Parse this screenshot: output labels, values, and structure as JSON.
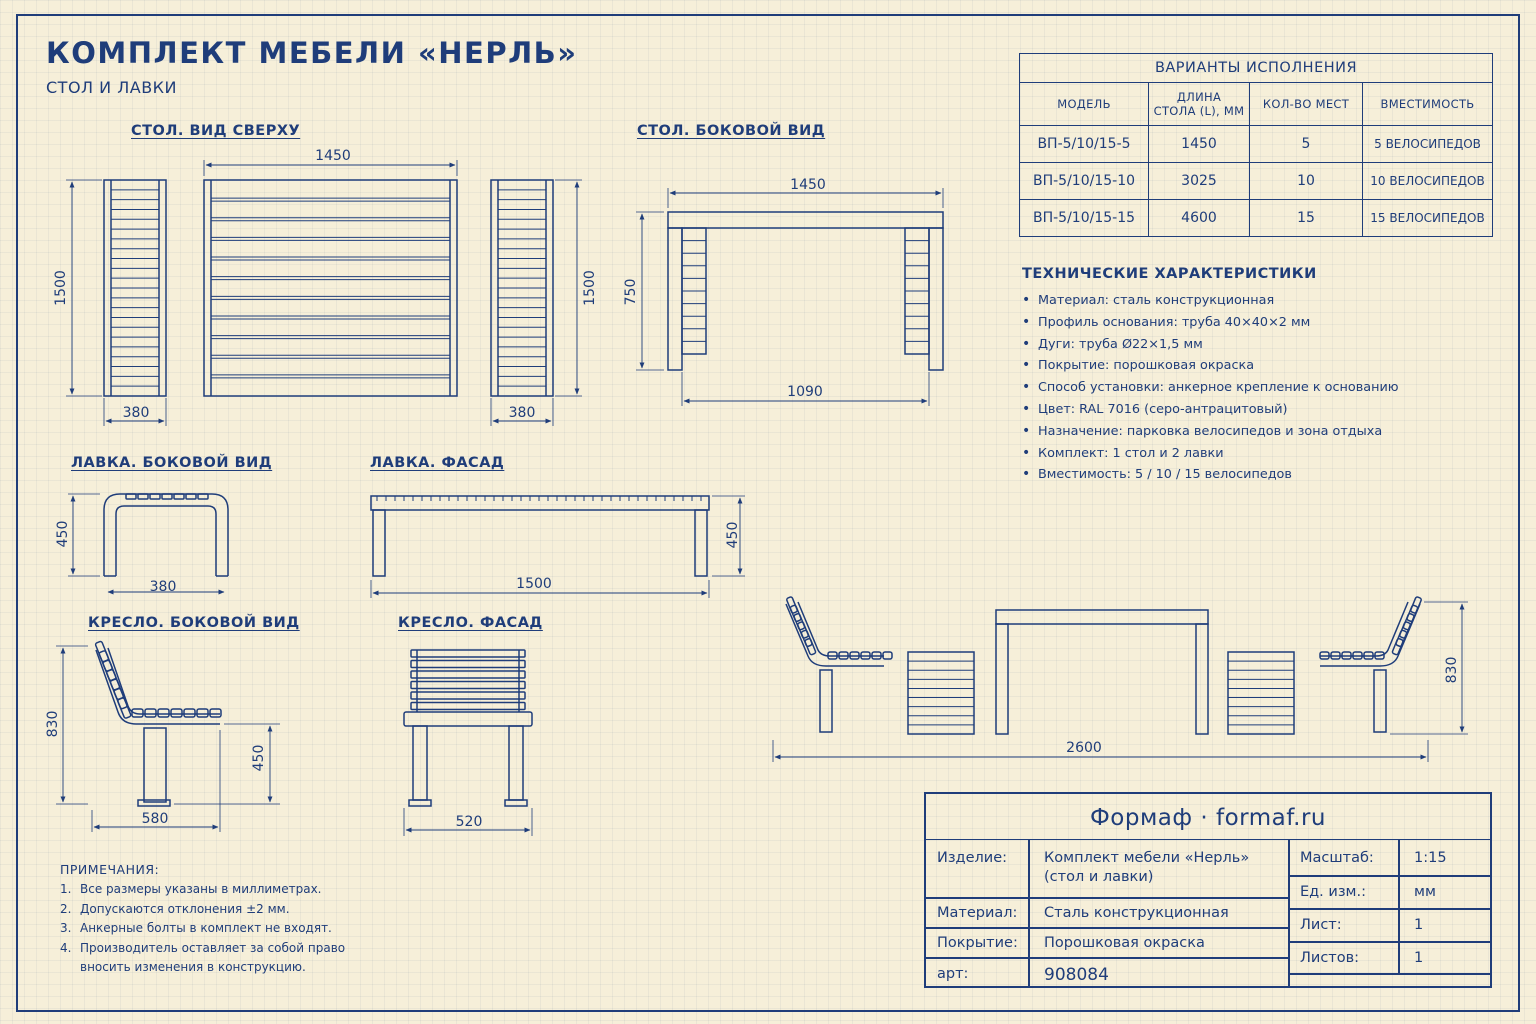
{
  "title": "КОМПЛЕКТ МЕБЕЛИ «НЕРЛЬ»",
  "subtitle": "СТОЛ И ЛАВКИ",
  "views": {
    "table_top": "СТОЛ. ВИД СВЕРХУ",
    "table_side": "СТОЛ. БОКОВОЙ ВИД",
    "bench_side": "ЛАВКА. БОКОВОЙ ВИД",
    "bench_front": "ЛАВКА. ФАСАД",
    "chair_side": "КРЕСЛО. БОКОВОЙ ВИД",
    "chair_front": "КРЕСЛО. ФАСАД"
  },
  "dimensions": {
    "top_width": "1450",
    "top_depth_left": "1500",
    "top_depth_right": "1500",
    "top_bench_left": "380",
    "top_bench_right": "380",
    "side_width": "1450",
    "side_height": "750",
    "side_inner": "1090",
    "bench_side_height": "450",
    "bench_side_width": "380",
    "bench_front_width": "1500",
    "bench_front_height": "450",
    "chair_side_height": "830",
    "chair_side_seat": "450",
    "chair_side_depth": "580",
    "chair_front_width": "520",
    "assembly_length": "2600",
    "assembly_height": "830"
  },
  "variants": {
    "caption": "ВАРИАНТЫ ИСПОЛНЕНИЯ",
    "headers": [
      "МОДЕЛЬ",
      "ДЛИНА СТОЛА (L), ММ",
      "КОЛ-ВО МЕСТ",
      "ВМЕСТИМОСТЬ"
    ],
    "header_length_line1": "ДЛИНА",
    "header_length_line2": "СТОЛА (L), ММ",
    "rows": [
      [
        "ВП-5/10/15-5",
        "1450",
        "5",
        "5 ВЕЛОСИПЕДОВ"
      ],
      [
        "ВП-5/10/15-10",
        "3025",
        "10",
        "10 ВЕЛОСИПЕДОВ"
      ],
      [
        "ВП-5/10/15-15",
        "4600",
        "15",
        "15 ВЕЛОСИПЕДОВ"
      ]
    ]
  },
  "specs": {
    "title": "ТЕХНИЧЕСКИЕ ХАРАКТЕРИСТИКИ",
    "items": [
      "Материал: сталь конструкционная",
      "Профиль основания: труба 40×40×2 мм",
      "Дуги: труба Ø22×1,5 мм",
      "Покрытие: порошковая окраска",
      "Способ установки: анкерное крепление к основанию",
      "Цвет: RAL 7016 (серо-антрацитовый)",
      "Назначение: парковка велосипедов и зона отдыха",
      "Комплект: 1 стол и 2 лавки",
      "Вместимость: 5 / 10 / 15 велосипедов"
    ]
  },
  "notes": {
    "title": "ПРИМЕЧАНИЯ:",
    "items": [
      {
        "num": "1.",
        "text": "Все размеры указаны в миллиметрах."
      },
      {
        "num": "2.",
        "text": "Допускаются отклонения ±2 мм."
      },
      {
        "num": "3.",
        "text": "Анкерные болты в комплект не входят."
      },
      {
        "num": "4.",
        "text": "Производитель оставляет за собой право",
        "cont": "вносить изменения в конструкцию."
      }
    ]
  },
  "title_block": {
    "brand": "Формаф · formaf.ru",
    "product_label": "Изделие:",
    "product_line1": "Комплект мебели «Нерль»",
    "product_line2": "(стол и лавки)",
    "material_label": "Материал:",
    "material_value": "Сталь конструкционная",
    "coating_label": "Покрытие:",
    "coating_value": "Порошковая окраска",
    "art_label": "арт:",
    "art_value": "908084",
    "scale_label": "Масштаб:",
    "scale_value": "1:15",
    "unit_label": "Ед. изм.:",
    "unit_value": "мм",
    "sheet_label": "Лист:",
    "sheet_value": "1",
    "sheets_label": "Листов:",
    "sheets_value": "1"
  },
  "colors": {
    "ink": "#1f3d7a",
    "paper": "#f6efd9"
  }
}
